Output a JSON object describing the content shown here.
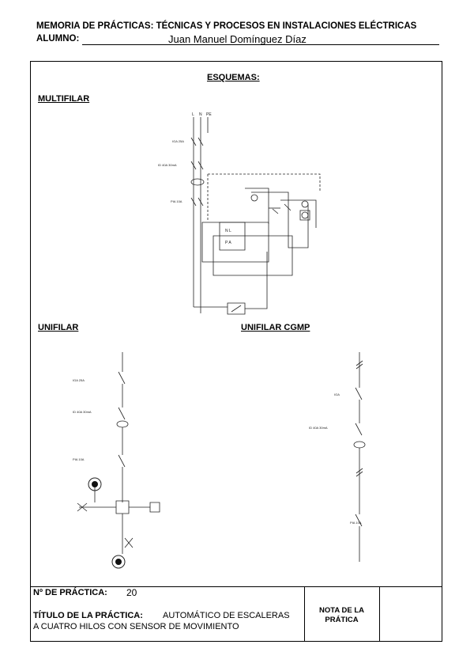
{
  "header": {
    "title": "MEMORIA DE PRÁCTICAS: TÉCNICAS Y PROCESOS EN INSTALACIONES ELÉCTRICAS",
    "student_label": "ALUMNO:",
    "student_name": "Juan Manuel Domínguez Díaz"
  },
  "sections": {
    "main_title": "ESQUEMAS:",
    "multifilar": "MULTIFILAR",
    "unifilar": "UNIFILAR",
    "unifilar_cgmp": "UNIFILAR CGMP"
  },
  "diagram_labels": {
    "multifilar_phase": "L",
    "multifilar_neutral": "N",
    "multifilar_pe": "PE",
    "multifilar_iga": "IGA 25A",
    "multifilar_id": "ID 40A 30mA",
    "multifilar_pia": "PIA 10A",
    "multifilar_timer": "N  L",
    "multifilar_timer_b": "P  A",
    "unifilar_iga": "IGA 25A",
    "unifilar_id": "ID 40A 30mA",
    "unifilar_pia": "PIA 10A",
    "cgmp_iga": "IGA",
    "cgmp_id": "ID 40A 30mA",
    "cgmp_pia": "PIA 10A"
  },
  "footer": {
    "practice_number_label": "Nº DE PRÁCTICA:",
    "practice_number": "20",
    "practice_title_label": "TÍTULO DE LA PRÁCTICA:",
    "practice_title_line1": "AUTOMÁTICO DE ESCALERAS",
    "practice_title_line2": "A CUATRO HILOS CON SENSOR DE MOVIMIENTO",
    "grade_label_line1": "NOTA DE LA",
    "grade_label_line2": "PRÁTICA"
  }
}
